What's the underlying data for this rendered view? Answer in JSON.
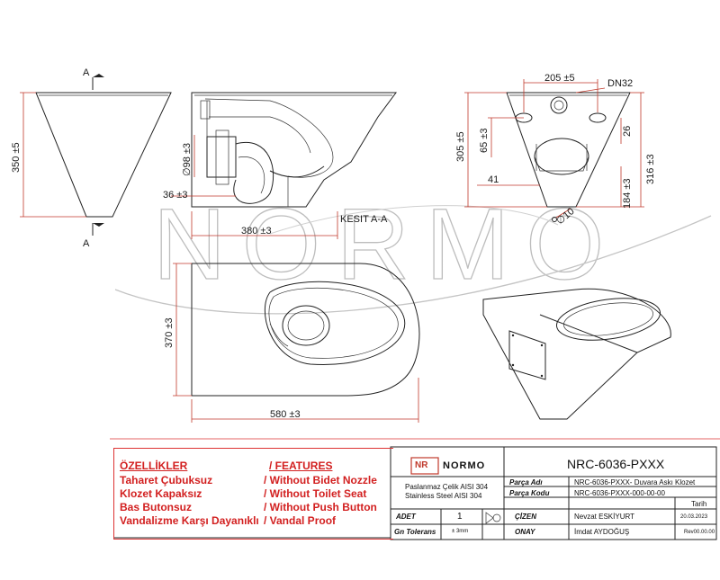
{
  "watermark": "NORMO",
  "view_labels": {
    "arrow_a_top": "A",
    "arrow_a_bottom": "A",
    "section": "KESIT A-A"
  },
  "dimensions": {
    "height_total": "350 ±5",
    "pipe_dia": "∅98 ±3",
    "offset_36": "36 ±3",
    "depth_380": "380 ±3",
    "width_205": "205 ±5",
    "dn32": "DN32",
    "h_305": "305 ±5",
    "h_65": "65 ±3",
    "h_26": "26",
    "h_316": "316 ±3",
    "h_184": "184 ±3",
    "w_41": "41",
    "hole_10": "∅10",
    "h_370": "370 ±3",
    "w_580": "580 ±3"
  },
  "features": {
    "header_tr": "ÖZELLİKLER",
    "header_en": "/     FEATURES",
    "rows": [
      {
        "tr": "Taharet Çubuksuz",
        "en": "/ Without Bidet Nozzle"
      },
      {
        "tr": "Klozet Kapaksız",
        "en": "/ Without Toilet Seat"
      },
      {
        "tr": "Bas Butonsuz",
        "en": "/ Without Push Button"
      },
      {
        "tr": "Vandalizme Karşı Dayanıklı",
        "en": "/ Vandal Proof"
      }
    ]
  },
  "title_block": {
    "logo_mark": "NR",
    "logo_text": "NORMO",
    "material_tr": "Paslanmaz Çelik AISI 304",
    "material_en": "Stainless Steel AISI 304",
    "code_big": "NRC-6036-PXXX",
    "parca_adi_label": "Parça Adı",
    "parca_adi_value": "NRC-6036-PXXX- Duvara Askı Klozet",
    "parca_kodu_label": "Parça Kodu",
    "parca_kodu_value": "NRC-6036-PXXX-000-00-00",
    "tarih_label": "Tarih",
    "adet_label": "ADET",
    "adet_value": "1",
    "cizen_label": "ÇİZEN",
    "cizen_value": "Nevzat ESKİYURT",
    "cizen_date": "20.03.2023",
    "tolerans_label": "Gn Tolerans",
    "tolerans_value": "± 3mm",
    "onay_label": "ONAY",
    "onay_value": "İmdat AYDOĞUŞ",
    "rev": "Rev00.00.00"
  }
}
